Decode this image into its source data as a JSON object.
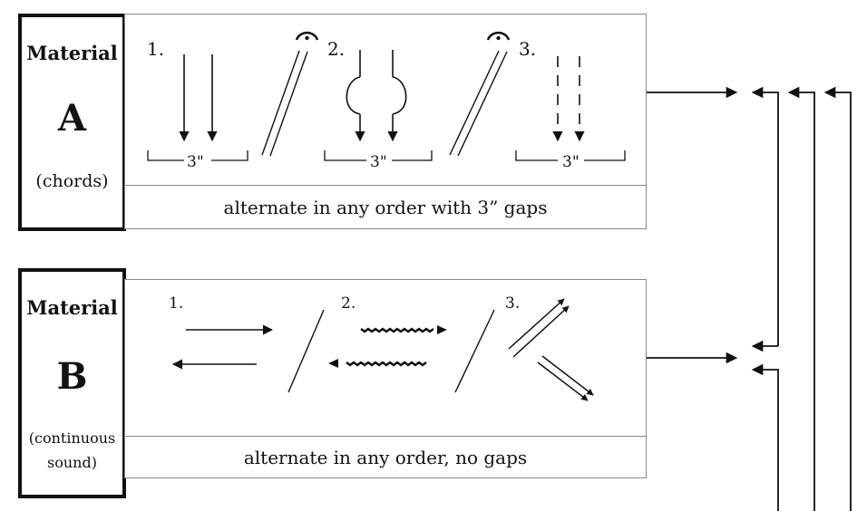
{
  "materialA": {
    "title": "Material",
    "letter": "A",
    "subtitle": "(chords)",
    "items": [
      "1.",
      "2.",
      "3."
    ],
    "duration": "3\"",
    "caption": "alternate in any order with 3” gaps"
  },
  "materialB": {
    "title": "Material",
    "letter": "B",
    "subtitle_line1": "(continuous",
    "subtitle_line2": "sound)",
    "items": [
      "1.",
      "2.",
      "3."
    ],
    "caption": "alternate in any order, no gaps"
  }
}
